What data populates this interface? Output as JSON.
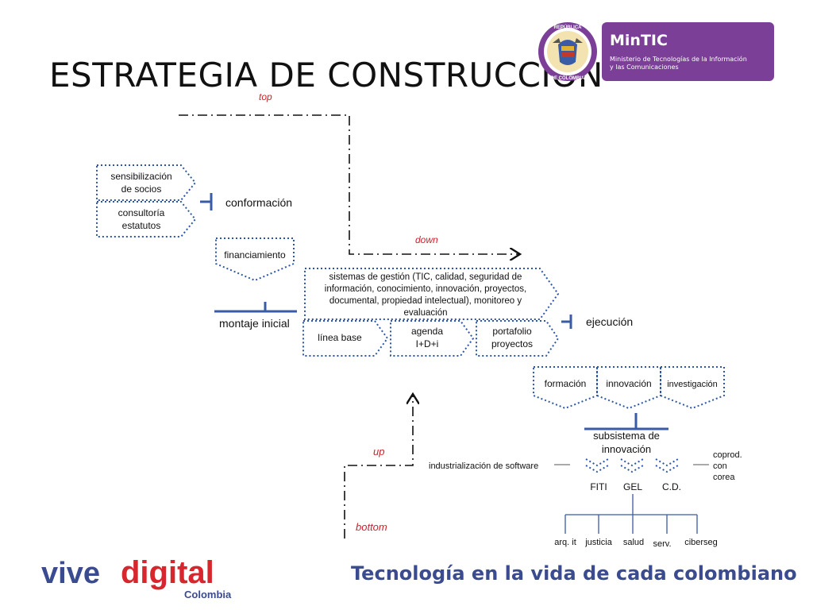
{
  "slide": {
    "title": "ESTRATEGIA DE CONSTRUCCIÓN"
  },
  "header": {
    "logo_name": "MinTIC",
    "logo_subtitle_line1": "Ministerio de Tecnologías de la Información",
    "logo_subtitle_line2": "y las Comunicaciones",
    "seal_text_top": "REPÚBLICA",
    "seal_text_bottom": "DE COLOMBIA"
  },
  "diagram": {
    "direction_labels": {
      "top": "top",
      "down": "down",
      "up": "up",
      "bottom": "bottom"
    },
    "conformacion": {
      "label": "conformación",
      "boxes": [
        [
          "sensibilización",
          "de socios"
        ],
        [
          "consultoría",
          "estatutos"
        ]
      ]
    },
    "montaje": {
      "financiamiento": "financiamiento",
      "label": "montaje inicial"
    },
    "ejecucion": {
      "label": "ejecución",
      "sistemas_lines": [
        "sistemas de gestión (TIC, calidad, seguridad de",
        "información, conocimiento, innovación, proyectos,",
        "documental, propiedad intelectual), monitoreo y",
        "evaluación"
      ],
      "linea_base": "línea base",
      "agenda": [
        "agenda",
        "I+D+i"
      ],
      "portafolio": [
        "portafolio",
        "proyectos"
      ]
    },
    "innovacion": {
      "top_boxes": [
        "formación",
        "innovación",
        "investigación"
      ],
      "subsistema": [
        "subsistema de",
        "innovación"
      ],
      "industrializacion": "industrialización de software",
      "coprod": [
        "coprod.",
        "con",
        "corea"
      ],
      "units": [
        "FITI",
        "GEL",
        "C.D."
      ],
      "leaves": [
        "arq. it",
        "justicia",
        "salud",
        "serv.",
        "ciberseg"
      ]
    }
  },
  "footer": {
    "brand_part1": "vive",
    "brand_part2": "digital",
    "brand_country": "Colombia",
    "slogan": "Tecnología en la vida de cada colombiano"
  },
  "colors": {
    "blue": "#3a5ba5",
    "dotted_blue": "#2d56a8",
    "red_label": "#d0202a",
    "purple": "#7b3f98",
    "footer_blue": "#3b4b8f",
    "footer_red": "#d8262f"
  }
}
